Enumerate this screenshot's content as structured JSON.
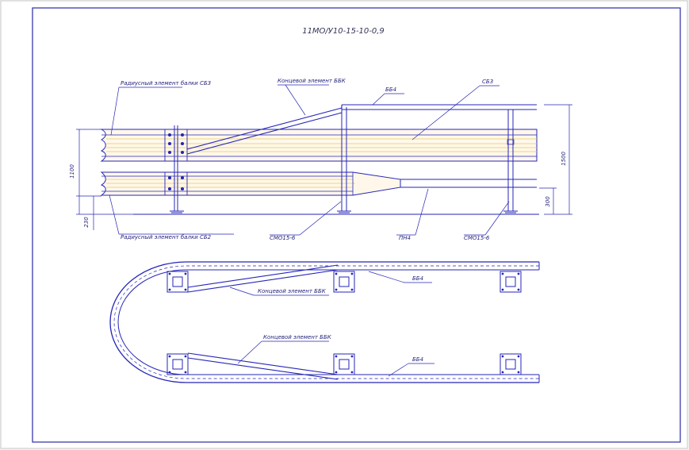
{
  "drawing": {
    "title": "11МО/У10-15-10-0,9",
    "colors": {
      "frame": "#2a2aa8",
      "line": "#2626b8",
      "beam_fill": "#fff8ea",
      "stripe": "#e8c86a",
      "paper": "#ffffff",
      "background": "#f4f4f4"
    }
  },
  "elevation": {
    "labels": {
      "radius_sbz": "Радиусный элемент балки СБ3",
      "end_bbk": "Концевой элемент ББК",
      "bb4": "ББ4",
      "sb3": "СБ3",
      "radius_sb2": "Радиусный элемент балки СБ2",
      "smo_left": "СМО15-6",
      "pn4": "ПН4",
      "smo_right": "СМО15-6"
    },
    "dimensions": {
      "d1100": "1100",
      "d230": "230",
      "d1500": "1500",
      "d300": "300"
    }
  },
  "plan": {
    "labels": {
      "end_bbk_top": "Концевой элемент ББК",
      "bb4_top": "ББ4",
      "end_bbk_bottom": "Концевой элемент ББК",
      "bb4_bottom": "ББ4"
    }
  }
}
